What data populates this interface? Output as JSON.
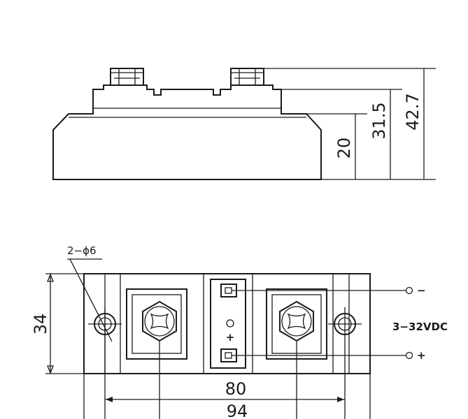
{
  "side_view": {
    "dim_height_base": "20",
    "dim_height_mid": "31.5",
    "dim_height_total": "42.7"
  },
  "top_view": {
    "dim_width": "34",
    "dim_hole_spacing": "80",
    "dim_length": "94",
    "hole_callout": "2−ϕ6",
    "control_voltage": "3−32VDC",
    "terminal_minus": "−",
    "terminal_plus": "+",
    "center_mark_plus": "+"
  }
}
